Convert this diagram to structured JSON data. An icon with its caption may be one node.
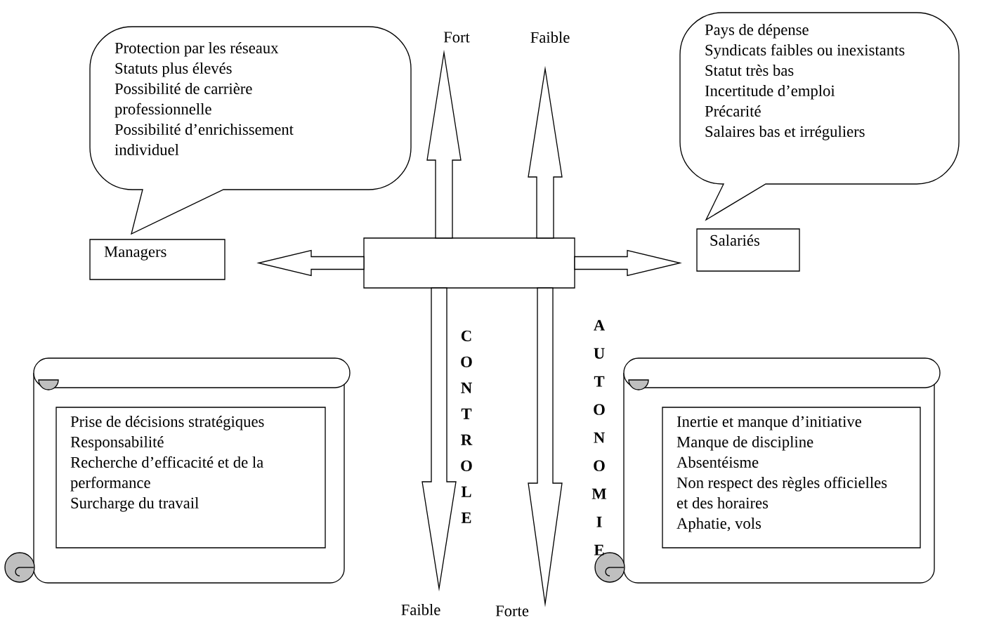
{
  "diagram": {
    "nodes": [
      {
        "text": [
          "Protection par les réseaux",
          "Statuts plus élevés",
          "Possibilité de carrière professionnelle",
          "Possibilité d’enrichissement individuel"
        ]
      },
      {
        "text": [
          "Pays de dépense",
          "Syndicats faibles ou inexistants",
          "Statut très bas",
          "Incertitude d’emploi",
          "Précarité",
          "Salaires bas et irréguliers"
        ]
      },
      {
        "text": [
          "Managers"
        ]
      },
      {
        "text": [
          "Salariés"
        ]
      },
      {
        "text": [],
        "shape": "box"
      },
      {
        "text": [],
        "shape": "scroll"
      },
      {
        "text": [
          "Prise de décisions stratégiques",
          "Responsabilité",
          "Recherche d’efficacité et de la performance",
          "Surcharge du travail"
        ],
        "in": 5
      },
      {
        "text": [],
        "shape": "scroll"
      },
      {
        "text": [
          "Inertie et manque d’initiative",
          "Manque de discipline",
          "Absentéisme",
          "Non respect des règles officielles et des horaires",
          "Aphatie, vols"
        ],
        "in": 7
      },
      {
        "text": [
          "Fort"
        ]
      },
      {
        "text": [
          "Faible"
        ]
      },
      {
        "text": [
          "Faible"
        ]
      },
      {
        "text": [
          "Forte"
        ]
      }
    ],
    "edges": [
      {
        "from": 4,
        "to": 9,
        "arrow": "to"
      },
      {
        "from": 4,
        "to": 10,
        "arrow": "to"
      },
      {
        "from": 4,
        "to": 11,
        "arrow": "to"
      },
      {
        "from": 4,
        "to": 12,
        "arrow": "to"
      },
      {
        "from": 4,
        "to": 2,
        "arrow": "to"
      },
      {
        "from": 4,
        "to": 3,
        "arrow": "to"
      }
    ],
    "labels": [
      "CONTROLE",
      "AUTONOMIE"
    ]
  }
}
